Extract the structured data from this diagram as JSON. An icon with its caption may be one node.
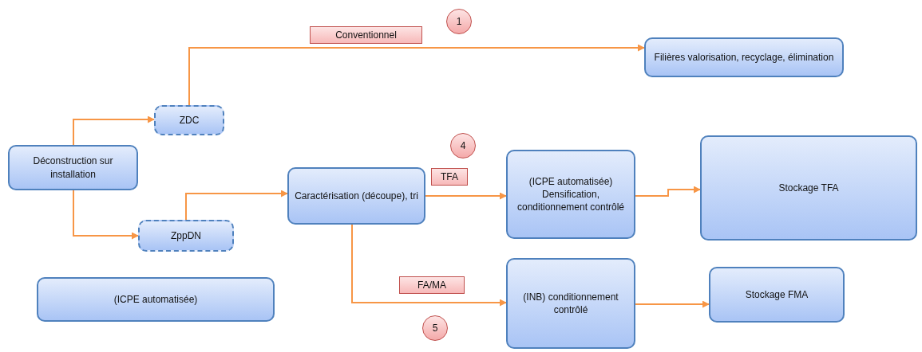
{
  "diagram": {
    "nodes": [
      {
        "text": [
          "1"
        ]
      },
      {
        "text": [
          "Filières valorisation, recyclage, élimination"
        ]
      },
      {
        "text": [
          "ZDC"
        ]
      },
      {
        "text": [
          "Déconstruction sur installation"
        ]
      },
      {
        "text": [
          "4"
        ]
      },
      {
        "text": [
          "Stockage TFA"
        ]
      },
      {
        "text": [
          "Caractérisation (découpe), tri"
        ]
      },
      {
        "text": [
          "(ICPE automatisée) Densification, conditionnement contrôlé"
        ]
      },
      {
        "text": [
          "ZppDN"
        ]
      },
      {
        "text": [
          "(INB) conditionnement contrôlé"
        ]
      },
      {
        "text": [
          "Stockage FMA"
        ]
      },
      {
        "text": [
          "(ICPE automatisée)"
        ]
      },
      {
        "text": [
          "5"
        ]
      }
    ],
    "edges": [
      {
        "from": 3,
        "to": 2,
        "arrow": "to"
      },
      {
        "from": 3,
        "to": 8,
        "arrow": "to"
      },
      {
        "from": 2,
        "to": 1,
        "arrow": "to",
        "label": "Conventionnel"
      },
      {
        "from": 8,
        "to": 6,
        "arrow": "to"
      },
      {
        "from": 6,
        "to": 7,
        "arrow": "to",
        "label": "TFA"
      },
      {
        "from": 6,
        "to": 9,
        "arrow": "to",
        "label": "FA/MA"
      },
      {
        "from": 7,
        "to": 5,
        "arrow": "to"
      },
      {
        "from": 9,
        "to": 10,
        "arrow": "to"
      }
    ]
  }
}
